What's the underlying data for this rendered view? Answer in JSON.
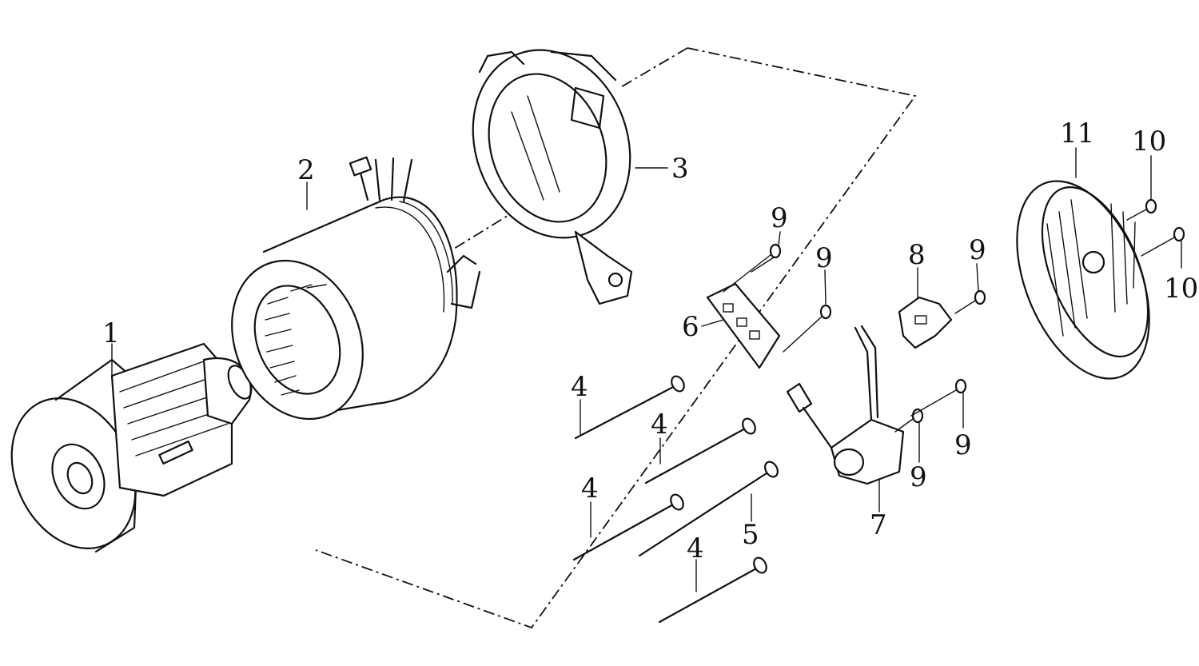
{
  "callouts": {
    "part_1": "1",
    "part_2": "2",
    "part_3": "3",
    "part_4a": "4",
    "part_4b": "4",
    "part_4c": "4",
    "part_4d": "4",
    "part_5": "5",
    "part_6": "6",
    "part_7": "7",
    "part_8": "8",
    "part_9a": "9",
    "part_9b": "9",
    "part_9c": "9",
    "part_9d": "9",
    "part_9e": "9",
    "part_10a": "10",
    "part_10b": "10",
    "part_11": "11"
  },
  "colors": {
    "ink": "#111111",
    "paper": "#ffffff"
  }
}
